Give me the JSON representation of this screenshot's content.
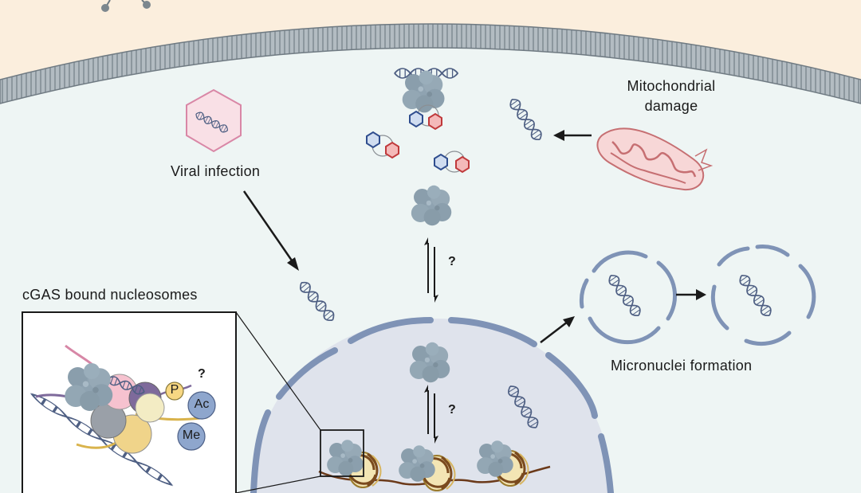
{
  "labels": {
    "mitochondrial": "Mitochondrial\ndamage",
    "viral": "Viral infection",
    "cgas_bound": "cGAS bound nucleosomes",
    "micronuclei": "Micronuclei formation"
  },
  "marks": {
    "q_top": "?",
    "q_middle": "?",
    "q_inset": "?"
  },
  "modifications": {
    "p": "P",
    "ac": "Ac",
    "me": "Me"
  },
  "colors": {
    "extracellular": "#fbeedd",
    "cytoplasm": "#eef5f4",
    "membrane": "#9aa4ab",
    "nucleus": "#dfe3ec",
    "envelope": "#7f93b6",
    "dna": "#4e5f83",
    "cgas": "#8fa3b1",
    "mito": "#d98b8b",
    "virus": "#f9e0e6"
  }
}
